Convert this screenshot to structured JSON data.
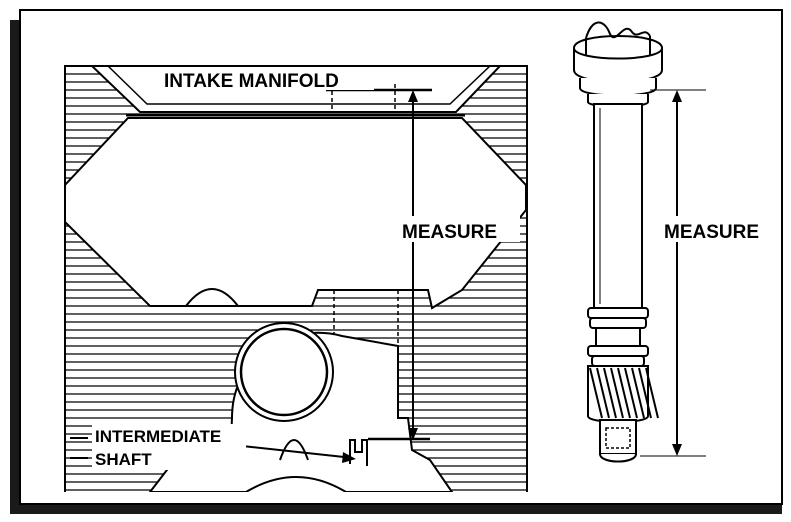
{
  "diagram": {
    "labels": {
      "intake_manifold": "INTAKE MANIFOLD",
      "measure_left": "MEASURE",
      "measure_right": "MEASURE",
      "intermediate_line1": "INTERMEDIATE",
      "intermediate_line2": "SHAFT"
    },
    "colors": {
      "ink": "#000000",
      "paper": "#ffffff",
      "shadow": "#1a1a1a"
    }
  }
}
